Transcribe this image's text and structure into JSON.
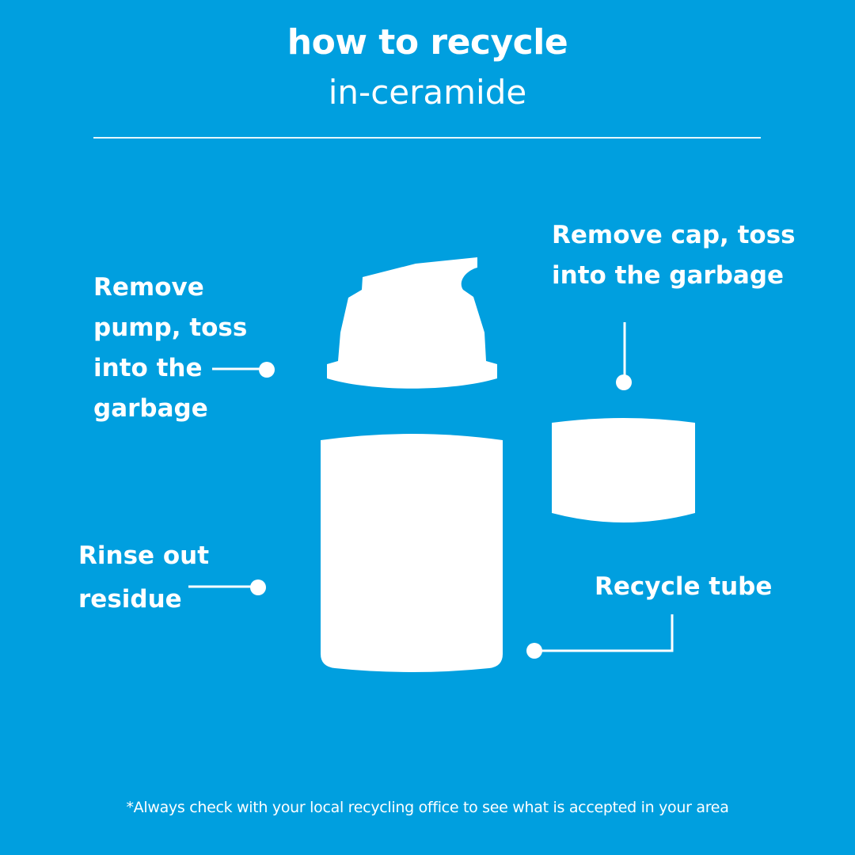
{
  "header": {
    "title": "how to recycle",
    "subtitle": "in-ceramide"
  },
  "steps": {
    "pump": "Remove\npump, toss\ninto the\ngarbage",
    "cap": "Remove cap, toss\ninto the garbage",
    "rinse": "Rinse out\nresidue",
    "recycle": "Recycle tube"
  },
  "footnote": "*Always check with your local recycling office to see what is accepted in your area",
  "colors": {
    "background": "#009fdf",
    "foreground": "#ffffff"
  }
}
